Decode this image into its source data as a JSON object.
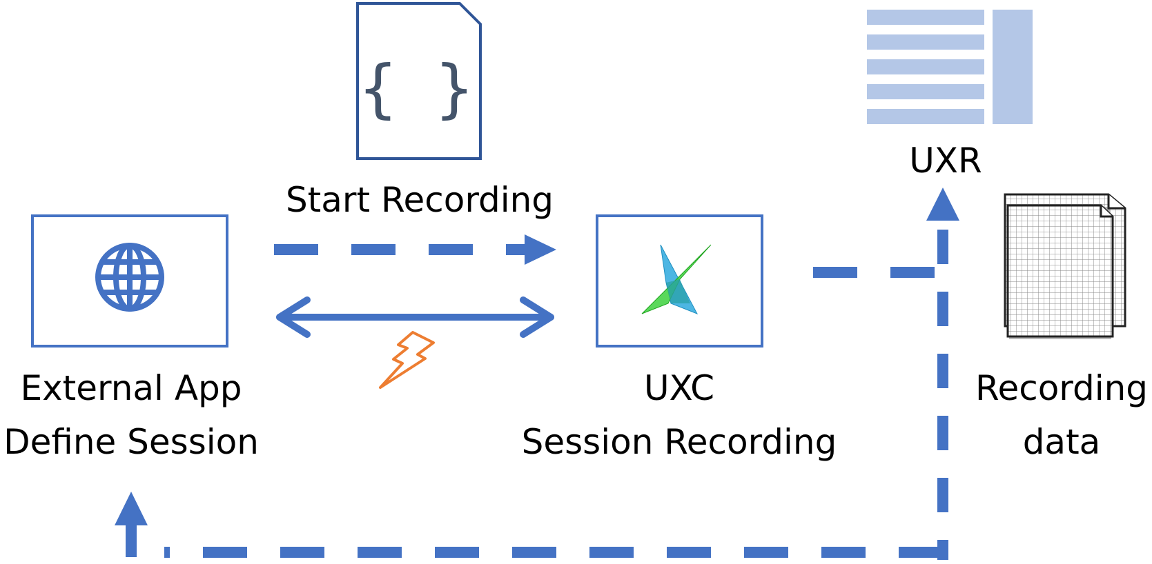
{
  "colors": {
    "primary": "#4472c4",
    "dark_blue": "#2f5597",
    "light_blue": "#b4c7e7",
    "orange": "#ed7d31",
    "brace_gray": "#44546a",
    "green": "#3dd13d",
    "cyan": "#3aaee0"
  },
  "nodes": {
    "external_app": {
      "icon": "globe-icon",
      "line1": "External App",
      "line2": "Define Session"
    },
    "config": {
      "icon": "json-document-icon",
      "brace_text": "{ }",
      "label": "Start Recording"
    },
    "uxc": {
      "icon": "uxc-logo-icon",
      "line1": "UXC",
      "line2": "Session Recording"
    },
    "uxr": {
      "icon": "report-layout-icon",
      "label": "UXR"
    },
    "data": {
      "icon": "data-sheets-icon",
      "line1": "Recording",
      "line2": "data"
    }
  },
  "connections": [
    {
      "from": "external_app",
      "to": "uxc",
      "style": "dashed",
      "direction": "forward",
      "meaning": "Start Recording"
    },
    {
      "from": "external_app",
      "to": "uxc",
      "style": "solid",
      "direction": "both"
    },
    {
      "from": "uxc",
      "to": "uxr",
      "style": "dashed",
      "direction": "forward"
    },
    {
      "from": "uxr",
      "to": "external_app",
      "style": "dashed",
      "direction": "forward"
    }
  ],
  "event_icon": "lightning-icon"
}
